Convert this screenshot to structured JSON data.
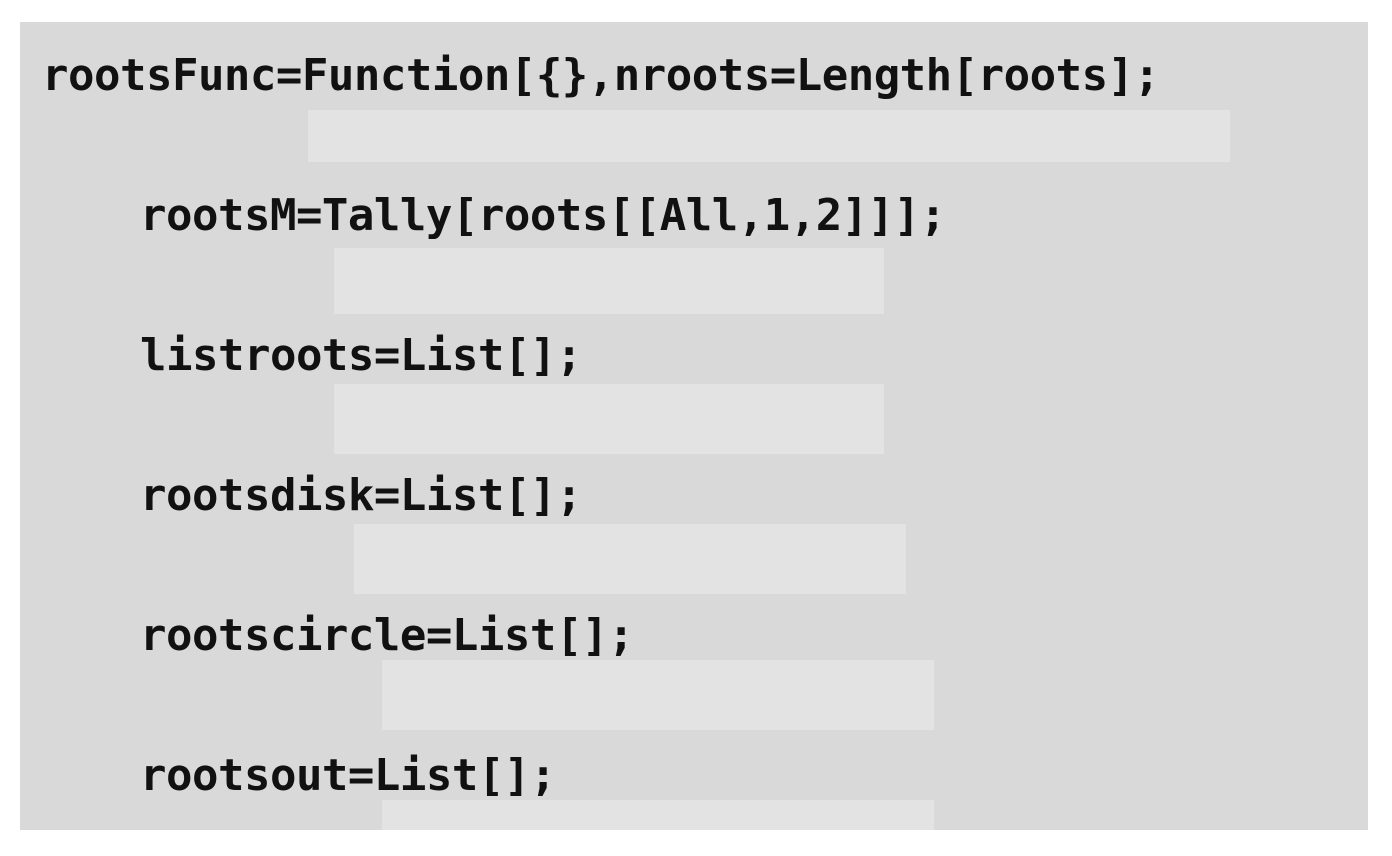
{
  "code": {
    "lines": [
      "rootsFunc=Function[{},nroots=Length[roots];",
      "rootsM=Tally[roots[[All,1,2]]];",
      "listroots=List[];",
      "rootsdisk=List[];",
      "rootscircle=List[];",
      "rootsout=List[];"
    ]
  },
  "colors": {
    "panel_background": "#d9d9d9",
    "text": "#111111"
  }
}
